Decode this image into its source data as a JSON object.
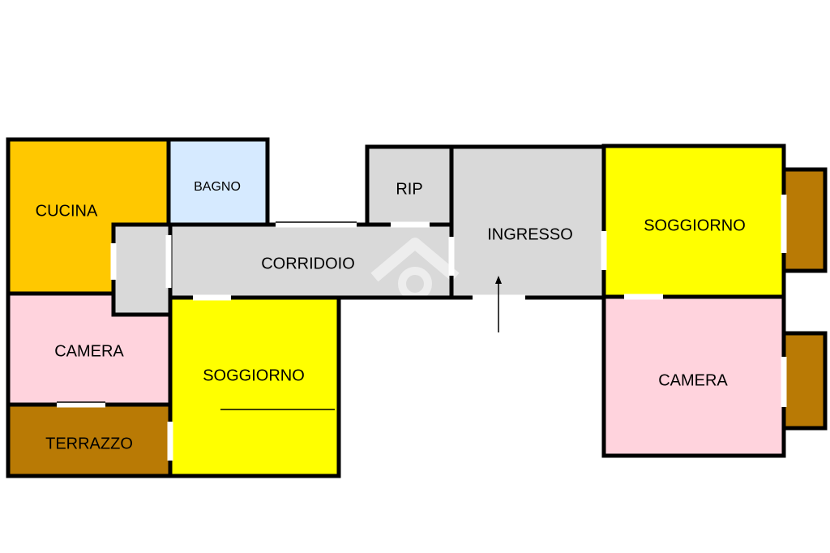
{
  "floorplan": {
    "rooms": {
      "cucina": {
        "label": "CUCINA",
        "color": "#FFC800"
      },
      "bagno": {
        "label": "BAGNO",
        "color": "#D6EAFF"
      },
      "camera_left": {
        "label": "CAMERA",
        "color": "#FFD3DD"
      },
      "terrazzo_left": {
        "label": "TERRAZZO",
        "color": "#B97A05"
      },
      "corridoio": {
        "label": "CORRIDOIO",
        "color": "#D9D9D9"
      },
      "soggiorno_mid": {
        "label": "SOGGIORNO",
        "color": "#FFFF00"
      },
      "rip": {
        "label": "RIP",
        "color": "#D9D9D9"
      },
      "ingresso": {
        "label": "INGRESSO",
        "color": "#D9D9D9"
      },
      "soggiorno_right": {
        "label": "SOGGIORNO",
        "color": "#FFFF00"
      },
      "camera_right": {
        "label": "CAMERA",
        "color": "#FFD3DD"
      },
      "balcone_top": {
        "label": "",
        "color": "#B97A05"
      },
      "balcone_bottom": {
        "label": "",
        "color": "#B97A05"
      }
    },
    "wall_color": "#000000",
    "entrance_arrow": "up-arrow-icon",
    "watermark": "house-logo-icon"
  }
}
